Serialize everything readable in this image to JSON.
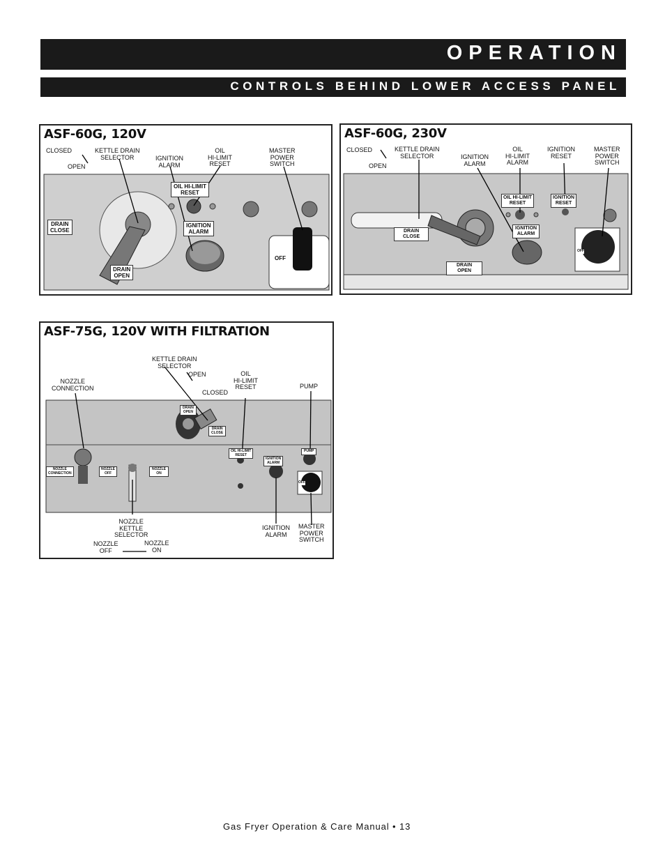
{
  "header": {
    "title": "OPERATION",
    "subtitle": "CONTROLS BEHIND LOWER ACCESS PANEL"
  },
  "panel1": {
    "title": "ASF-60G, 120V",
    "callouts": {
      "closed": "CLOSED",
      "open": "OPEN",
      "kettle_drain": "KETTLE DRAIN\nSELECTOR",
      "ignition_alarm": "IGNITION\nALARM",
      "oil_hi_limit": "OIL\nHI-LIMIT\nRESET",
      "master_power": "MASTER\nPOWER\nSWITCH"
    },
    "tags": {
      "oil_hi_limit_reset": "OIL HI-LIMIT\nRESET",
      "ignition_alarm": "IGNITION\nALARM",
      "drain_close": "DRAIN\nCLOSE",
      "drain_open": "DRAIN\nOPEN",
      "off": "OFF"
    }
  },
  "panel2": {
    "title": "ASF-60G, 230V",
    "callouts": {
      "closed": "CLOSED",
      "open": "OPEN",
      "kettle_drain": "KETTLE DRAIN\nSELECTOR",
      "ignition_alarm": "IGNITION\nALARM",
      "oil_hi_limit": "OIL\nHI-LIMIT\nALARM",
      "ignition_reset": "IGNITION\nRESET",
      "master_power": "MASTER\nPOWER\nSWITCH"
    },
    "tags": {
      "oil_hi_limit_reset": "OIL HI-LIMIT\nRESET",
      "ignition_reset": "IGNITION\nRESET",
      "ignition_alarm": "IGNITION\nALARM",
      "drain_close": "DRAIN\nCLOSE",
      "drain_open": "DRAIN\nOPEN",
      "off": "OFF"
    }
  },
  "panel3": {
    "title": "ASF-75G, 120V WITH FILTRATION",
    "callouts": {
      "kettle_drain": "KETTLE DRAIN\nSELECTOR",
      "open": "OPEN",
      "closed": "CLOSED",
      "oil_hi_limit": "OIL\nHI-LIMIT\nRESET",
      "nozzle_connection": "NOZZLE\nCONNECTION",
      "pump": "PUMP",
      "nozzle_kettle": "NOZZLE\nKETTLE\nSELECTOR",
      "nozzle_off": "NOZZLE\nOFF",
      "nozzle_on": "NOZZLE\nON",
      "ignition_alarm": "IGNITION\nALARM",
      "master_power": "MASTER\nPOWER\nSWITCH"
    },
    "tags": {
      "drain_open": "DRAIN\nOPEN",
      "drain_close": "DRAIN\nCLOSE",
      "nozzle_connection": "NOZZLE\nCONNECTION",
      "nozzle_off": "NOZZLE\nOFF",
      "nozzle_on": "NOZZLE\nON",
      "oil_hi_limit_reset": "OIL HI-LIMIT\nRESET",
      "ignition_alarm": "IGNITION\nALARM",
      "pump": "PUMP",
      "off": "OFF"
    }
  },
  "footer": {
    "text": "Gas Fryer Operation & Care Manual • 13"
  }
}
